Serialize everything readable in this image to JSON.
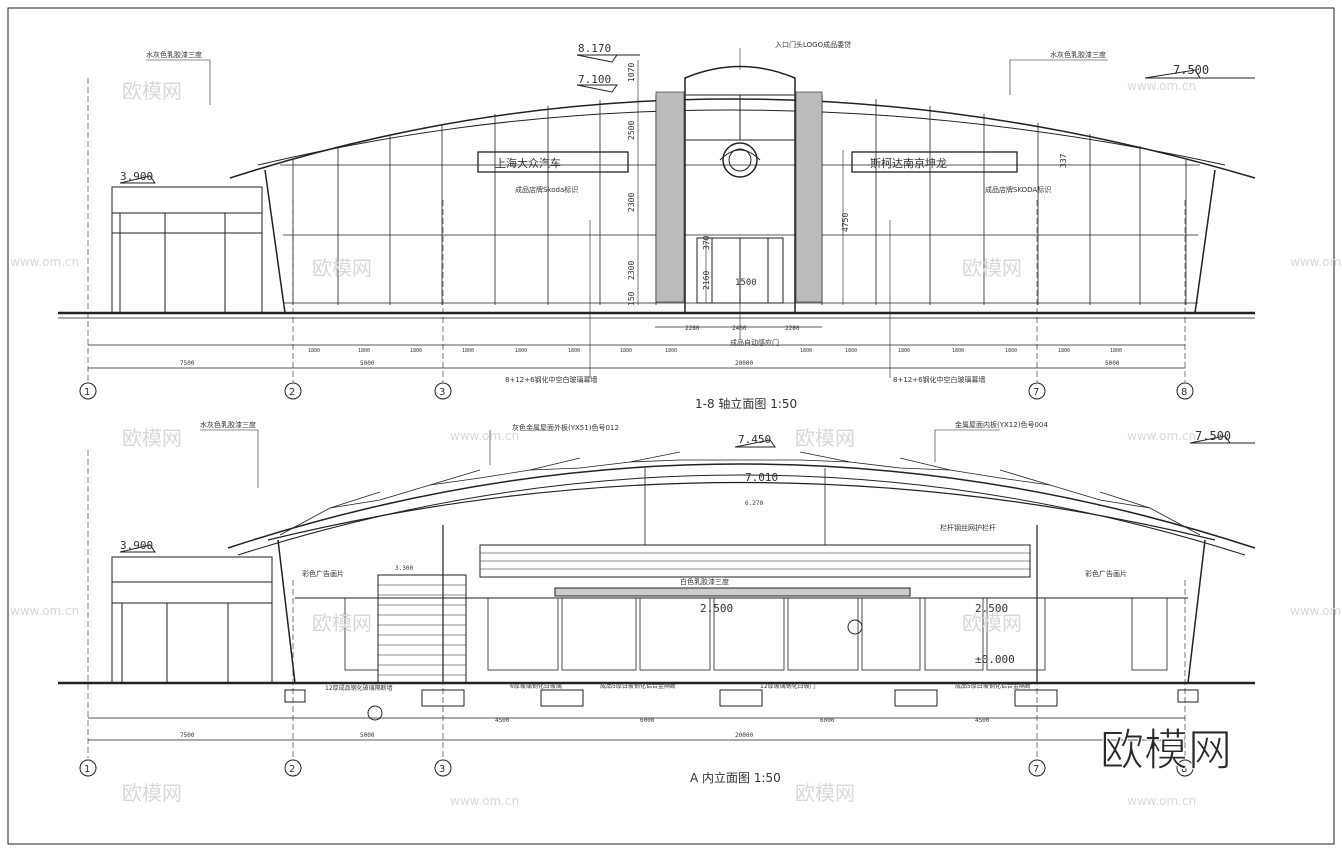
{
  "drawings": [
    {
      "title": "1-8 轴立面图  1:50",
      "elevations": [
        "8.170",
        "7.100",
        "7.500",
        "3.900"
      ],
      "signs": [
        "上海大众汽车",
        "斯柯达南京坤龙"
      ],
      "notes": [
        "水灰色乳胶漆三度",
        "水灰色乳胶漆三度",
        "入口门头LOGO成品委贷",
        "成品店牌Skoda标识",
        "成品店牌SKODA标识",
        "8+12+6钢化中空白玻璃幕墙",
        "8+12+6钢化中空白玻璃幕墙",
        "成品自动感应门"
      ],
      "dims_vertical": [
        "1070",
        "2500",
        "2300",
        "2300",
        "150",
        "337",
        "4750",
        "370",
        "2160"
      ],
      "dims_horizontal": [
        "2280",
        "2460",
        "2280",
        "1500"
      ],
      "bay_dims": [
        "1800",
        "1800",
        "1800",
        "1800",
        "1800",
        "1800",
        "1800",
        "1800",
        "1800",
        "1800",
        "1800",
        "1800",
        "1800",
        "1800",
        "1800"
      ],
      "span_dims": [
        "7500",
        "5000",
        "20000",
        "5000"
      ],
      "axes": [
        "1",
        "2",
        "3",
        "7",
        "8"
      ]
    },
    {
      "title": "A  内立面图  1:50",
      "elevations": [
        "7.450",
        "7.010",
        "7.500",
        "3.900",
        "2.500",
        "2.500",
        "±0.000"
      ],
      "notes": [
        "灰色金属屋面外板(YX51)色号012",
        "金属屋面内板(YX12)色号004",
        "水灰色乳胶漆三度",
        "彩色广告画片",
        "彩色广告画片",
        "白色乳胶漆三度",
        "栏杆钢丝网护栏杆",
        "12厚成品钢化玻璃隔断墙",
        "6厚玻璃钢化白玻璃",
        "成品5厚白玻钢化铝合金隔断",
        "12厚玻璃钢化白玻门",
        "成品5厚白玻钢化铝合金隔断",
        "6.270",
        "3.300"
      ],
      "span_dims": [
        "7500",
        "5000",
        "4500",
        "6000",
        "6000",
        "4500",
        "20000"
      ],
      "axes": [
        "1",
        "2",
        "3",
        "7",
        "8"
      ]
    }
  ],
  "watermark": {
    "text": "欧模网",
    "url": "www.om.cn"
  },
  "colors": {
    "line": "#1a1a1a",
    "grid": "#444444",
    "watermark": "#d0d0d0"
  }
}
